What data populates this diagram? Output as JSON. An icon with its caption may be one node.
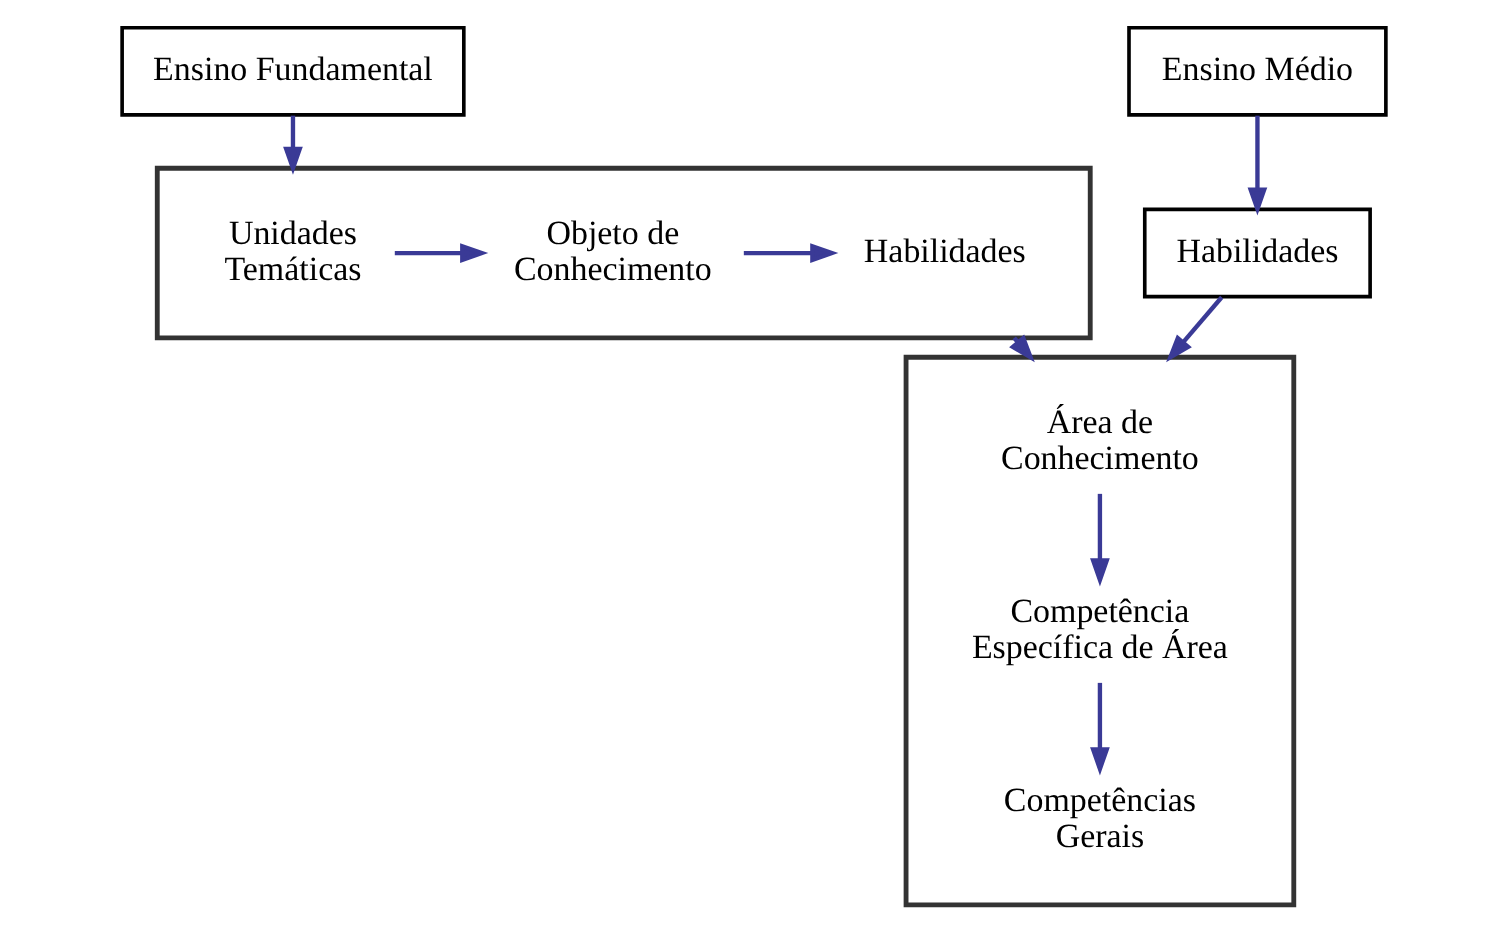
{
  "diagram": {
    "nodes": [
      {
        "text": [
          "Ensino Fundamental"
        ]
      },
      {
        "text": [],
        "shape": "box"
      },
      {
        "text": [
          "Unidades Temáticas"
        ],
        "in": 1
      },
      {
        "text": [
          "Objeto de Conhecimento"
        ],
        "in": 1
      },
      {
        "text": [
          "Habilidades"
        ],
        "in": 1
      },
      {
        "text": [
          "Ensino Médio"
        ]
      },
      {
        "text": [
          "Habilidades"
        ]
      },
      {
        "text": [],
        "shape": "box"
      },
      {
        "text": [
          "Área de Conhecimento"
        ],
        "in": 7
      },
      {
        "text": [
          "Competência Específica de Área"
        ],
        "in": 7
      },
      {
        "text": [
          "Competências Gerais"
        ],
        "in": 7
      }
    ],
    "edges": [
      {
        "from": 0,
        "to": 1,
        "arrow": "to"
      },
      {
        "from": 2,
        "to": 3,
        "arrow": "to"
      },
      {
        "from": 3,
        "to": 4,
        "arrow": "to"
      },
      {
        "from": 5,
        "to": 6,
        "arrow": "to"
      },
      {
        "from": 1,
        "to": 7,
        "arrow": "to"
      },
      {
        "from": 6,
        "to": 7,
        "arrow": "to"
      },
      {
        "from": 8,
        "to": 9,
        "arrow": "to"
      },
      {
        "from": 9,
        "to": 10,
        "arrow": "to"
      }
    ]
  }
}
